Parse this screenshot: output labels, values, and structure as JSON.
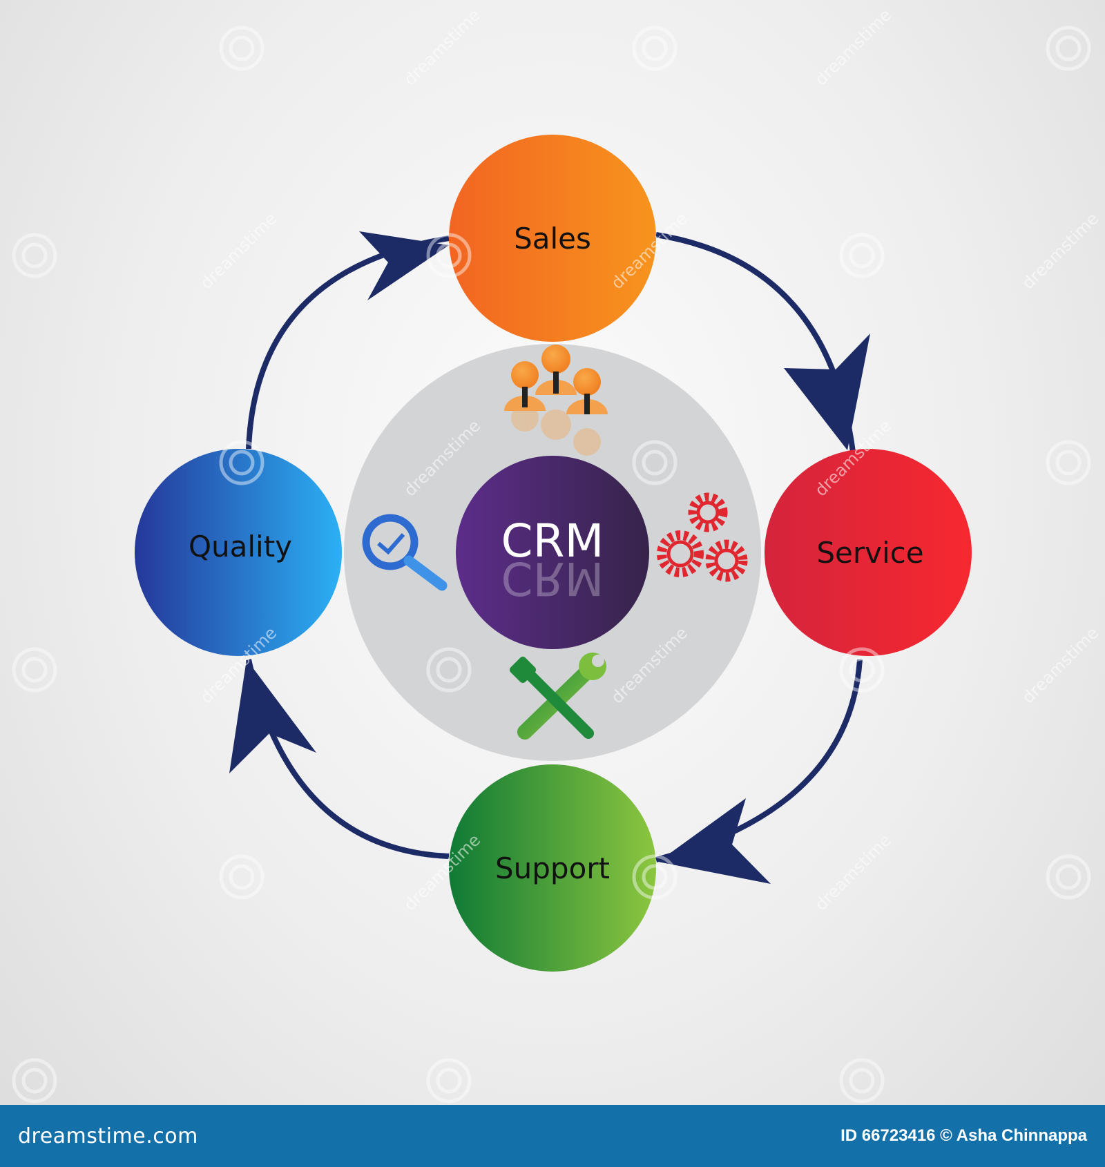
{
  "diagram": {
    "center": {
      "label": "CRM",
      "reflection": "CRM",
      "color": "#4a2a6e"
    },
    "nodes": [
      {
        "id": "sales",
        "label": "Sales",
        "color_from": "#f26522",
        "color_to": "#f7941d"
      },
      {
        "id": "service",
        "label": "Service",
        "color_from": "#d4243c",
        "color_to": "#f7282f"
      },
      {
        "id": "support",
        "label": "Support",
        "color_from": "#0f7a35",
        "color_to": "#8cc63f"
      },
      {
        "id": "quality",
        "label": "Quality",
        "color_from": "#25389a",
        "color_to": "#2bb0f5"
      }
    ],
    "arrow_color": "#1c2a66",
    "inner_disc_color": "#d4d5d7",
    "icons": [
      "people-group-icon",
      "gear-icon",
      "tools-icon",
      "magnifier-check-icon"
    ]
  },
  "watermark": {
    "text": "dreamstime"
  },
  "footer": {
    "site": "dreamstime.com",
    "credit": "ID 66723416 © Asha Chinnappa",
    "background": "#1470a8"
  }
}
